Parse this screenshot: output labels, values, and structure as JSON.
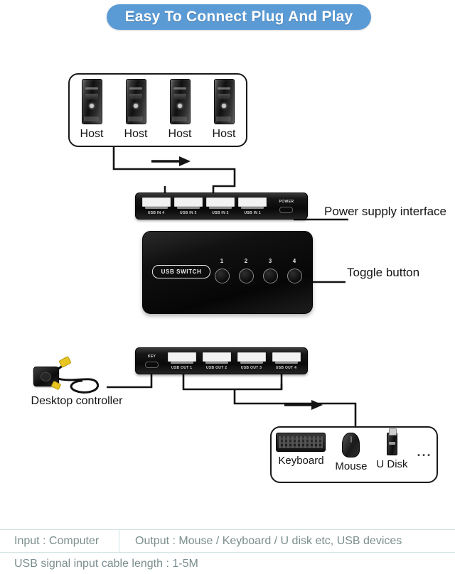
{
  "banner": {
    "text": "Easy To Connect  Plug And Play",
    "color": "#5b9bd5"
  },
  "hosts": {
    "items": [
      {
        "label": "Host"
      },
      {
        "label": "Host"
      },
      {
        "label": "Host"
      },
      {
        "label": "Host"
      }
    ]
  },
  "usb_in_bar": {
    "ports": [
      {
        "label": "USB IN 4"
      },
      {
        "label": "USB IN 3"
      },
      {
        "label": "USB IN 2"
      },
      {
        "label": "USB IN 1"
      }
    ],
    "power": {
      "label": "POWER"
    }
  },
  "switch_body": {
    "badge": "USB  SWITCH",
    "buttons": [
      {
        "number": "1"
      },
      {
        "number": "2"
      },
      {
        "number": "3"
      },
      {
        "number": "4"
      }
    ]
  },
  "usb_out_bar": {
    "key": {
      "label": "KEY"
    },
    "ports": [
      {
        "label": "USB OUT 1"
      },
      {
        "label": "USB OUT 2"
      },
      {
        "label": "USB OUT 3"
      },
      {
        "label": "USB OUT 4"
      }
    ]
  },
  "controller": {
    "label": "Desktop controller"
  },
  "peripherals": {
    "items": [
      {
        "label": "Keyboard",
        "icon": "keyboard-icon"
      },
      {
        "label": "Mouse",
        "icon": "mouse-icon"
      },
      {
        "label": "U Disk",
        "icon": "usb-flash-drive-icon"
      }
    ],
    "more": "..."
  },
  "callouts": {
    "power": "Power supply interface",
    "toggle": "Toggle button"
  },
  "footer": {
    "input": "Input : Computer",
    "output": "Output : Mouse / Keyboard / U disk etc, USB devices",
    "cable": "USB signal input cable length : 1-5M",
    "divider_color": "#cfe3e3",
    "text_color": "#7b8d8d"
  }
}
